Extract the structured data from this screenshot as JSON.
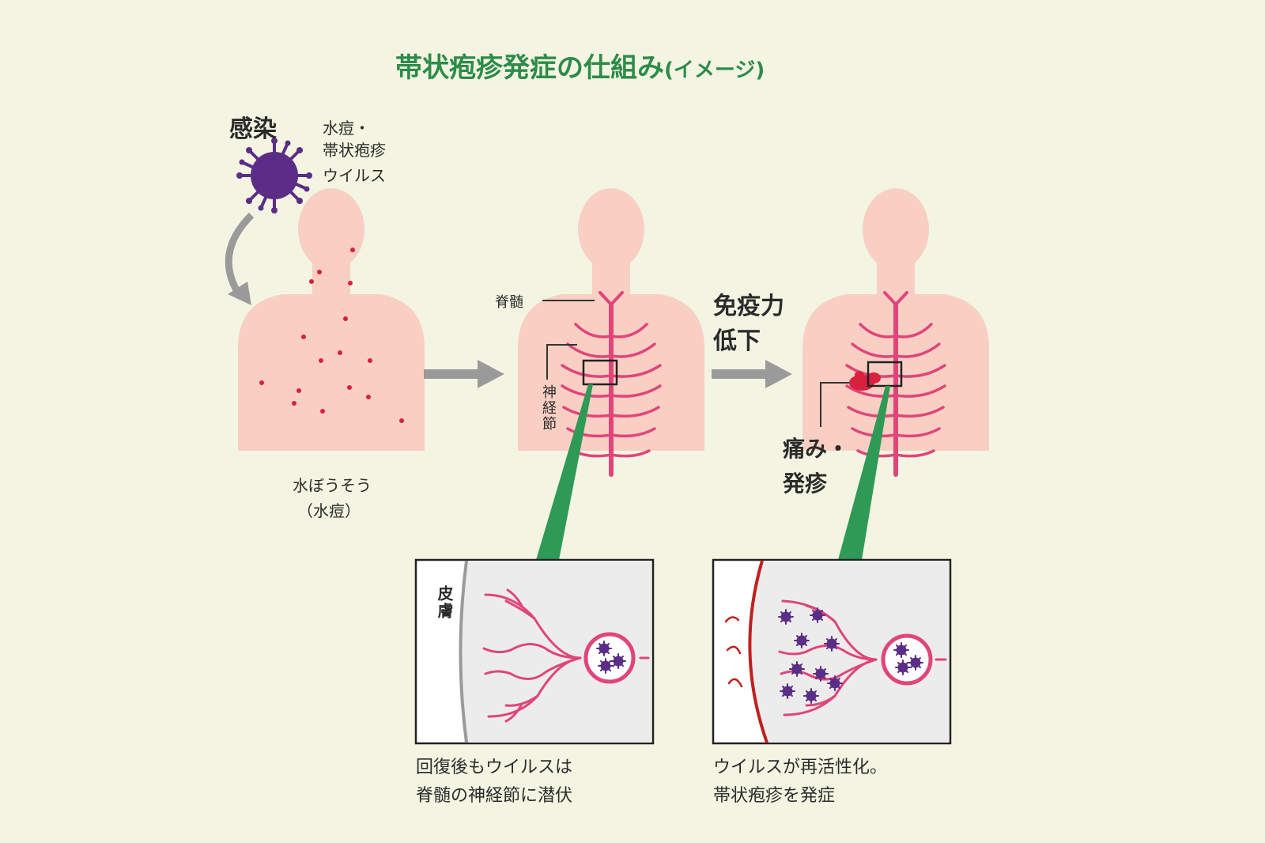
{
  "title": {
    "main": "帯状疱疹発症の仕組み",
    "sub": "(イメージ)"
  },
  "labels": {
    "infection": "感染",
    "virus_line1": "水痘・",
    "virus_line2": "帯状疱疹",
    "virus_line3": "ウイルス",
    "chickenpox_line1": "水ぼうそう",
    "chickenpox_line2": "（水痘）",
    "spinal_cord": "脊髄",
    "ganglion": "神経節",
    "immunity_line1": "免疫力",
    "immunity_line2": "低下",
    "pain_line1": "痛み・",
    "pain_line2": "発疹",
    "skin_layer": "皮膚",
    "caption_left_line1": "回復後もウイルスは",
    "caption_left_line2": "脊髄の神経節に潜伏",
    "caption_right_line1": "ウイルスが再活性化。",
    "caption_right_line2": "帯状疱疹を発症"
  },
  "colors": {
    "background": "#f3f5e2",
    "title": "#2e8b4a",
    "body": "#f9cfc4",
    "nerve": "#e0457a",
    "virus": "#5b2d86",
    "rash": "#d8203f",
    "arrow": "#9a9a9a",
    "zoom": "#2e9a55",
    "skin_line": "#c0201e"
  },
  "icons": {
    "virus": "virus-icon",
    "curved_arrow": "curved-arrow-icon",
    "right_arrow": "right-arrow-icon"
  }
}
